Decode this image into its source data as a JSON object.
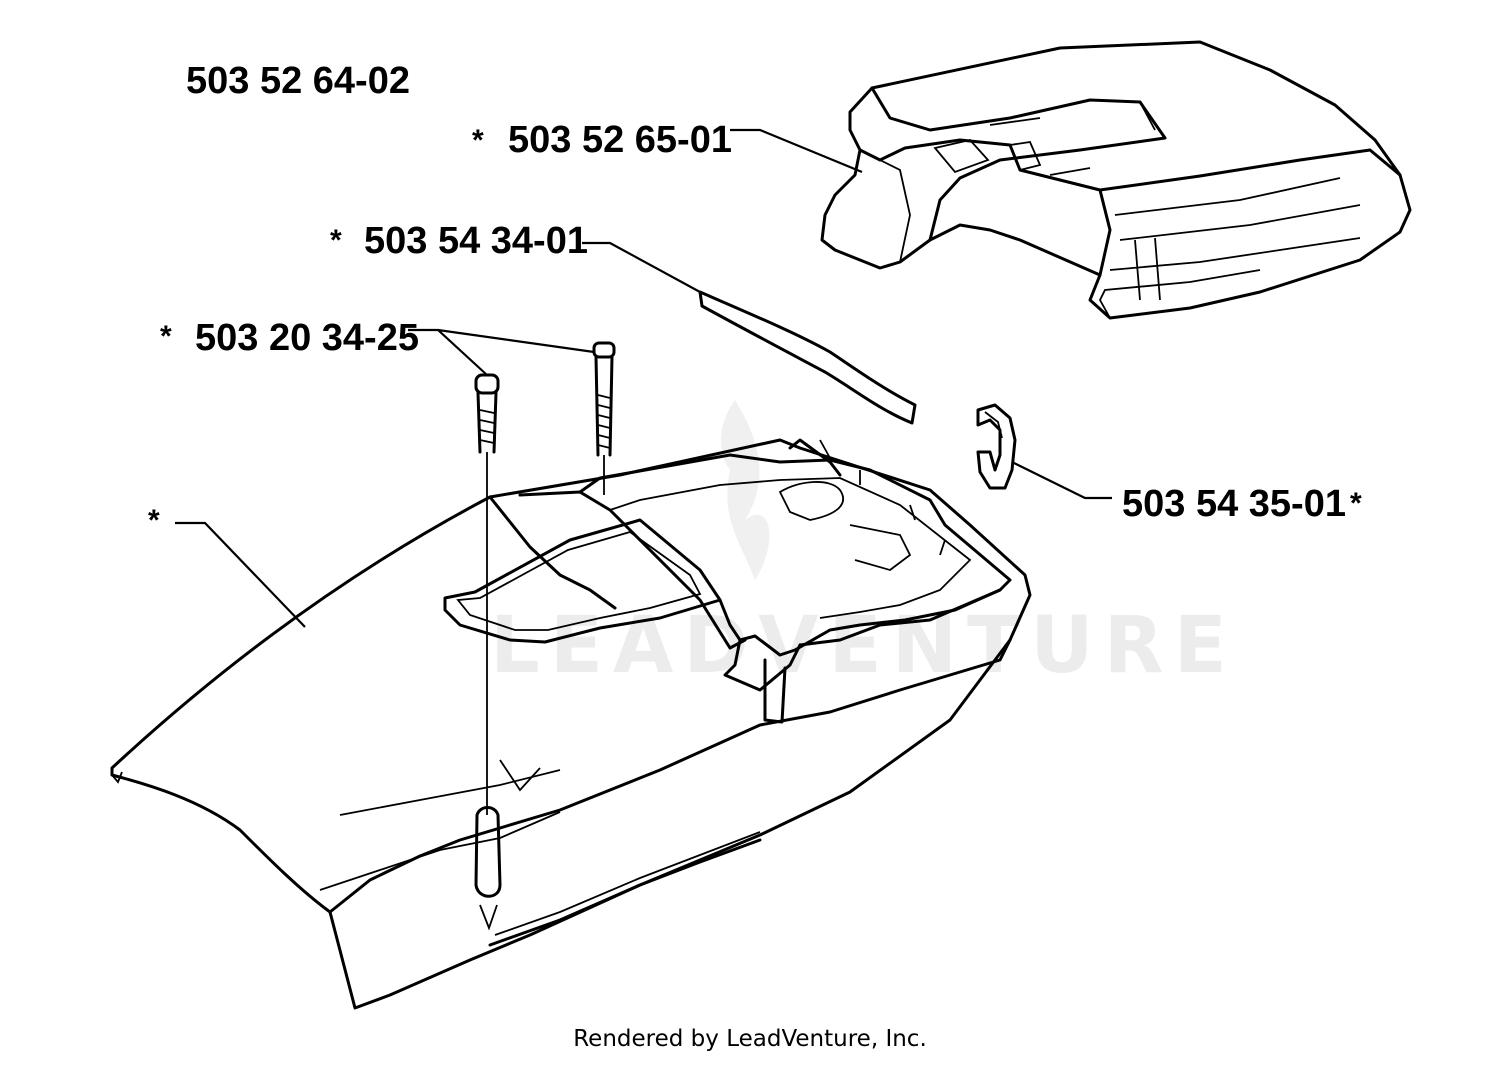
{
  "assembly_number": "503 52 64-02",
  "parts": [
    {
      "id": "top-cover",
      "star": "*",
      "number": "503 52 65-01"
    },
    {
      "id": "seal-strip",
      "star": "*",
      "number": "503 54 34-01"
    },
    {
      "id": "screws",
      "star": "*",
      "number": "503 20 34-25"
    },
    {
      "id": "clip",
      "star": "*",
      "number": "503 54 35-01"
    },
    {
      "id": "lower-cover",
      "star": "*"
    }
  ],
  "watermark": "LEADVENTURE",
  "footer": "Rendered by LeadVenture, Inc."
}
